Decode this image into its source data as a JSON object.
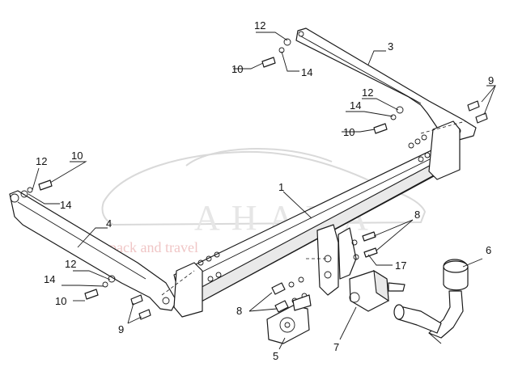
{
  "watermark": {
    "brand": "AHAKA",
    "tagline": "pack and travel"
  },
  "callouts": {
    "n1": "1",
    "n3": "3",
    "n4": "4",
    "n5": "5",
    "n6": "6",
    "n7": "7",
    "n8a": "8",
    "n8b": "8",
    "n9a": "9",
    "n9b": "9",
    "n10a": "10",
    "n10b": "10",
    "n10c": "10",
    "n10d": "10",
    "n12a": "12",
    "n12b": "12",
    "n12c": "12",
    "n12d": "12",
    "n14a": "14",
    "n14b": "14",
    "n14c": "14",
    "n14d": "14",
    "n17": "17"
  }
}
